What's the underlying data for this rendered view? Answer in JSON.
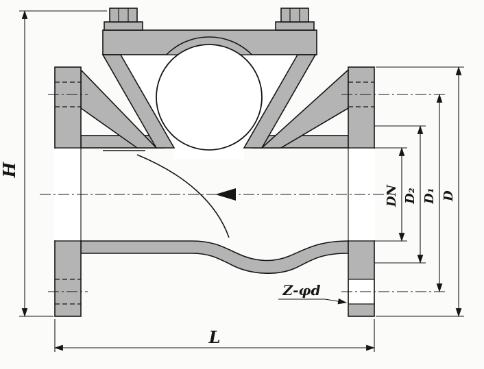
{
  "labels": {
    "h": "H",
    "l": "L",
    "dn": "DN",
    "d2": "D₂",
    "d1": "D₁",
    "d": "D",
    "bolt_callout": "Z-φd"
  },
  "colors": {
    "body_fill": "#b4b4b4",
    "line": "#161616",
    "background": "#fbfbf9"
  }
}
